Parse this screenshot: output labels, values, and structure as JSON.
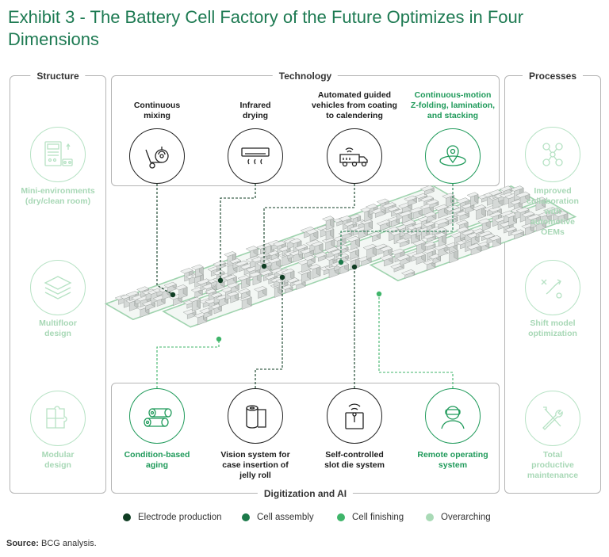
{
  "title": "Exhibit 3 - The Battery Cell Factory of the Future Optimizes in Four Dimensions",
  "panels": {
    "structure": "Structure",
    "technology": "Technology",
    "processes": "Processes",
    "digitization": "Digitization and AI"
  },
  "structure_items": [
    {
      "lines": [
        "Mini-environments",
        "(dry/clean room)"
      ],
      "icon": "cleanroom-icon"
    },
    {
      "lines": [
        "Multifloor",
        "design"
      ],
      "icon": "layers-icon"
    },
    {
      "lines": [
        "Modular",
        "design"
      ],
      "icon": "puzzle-icon"
    }
  ],
  "technology_items": [
    {
      "lines": [
        "Continuous",
        "mixing"
      ],
      "icon": "mixer-icon"
    },
    {
      "lines": [
        "Infrared",
        "drying"
      ],
      "icon": "infrared-dryer-icon"
    },
    {
      "lines": [
        "Automated guided",
        "vehicles from coating",
        "to calendering"
      ],
      "icon": "agv-truck-icon"
    },
    {
      "lines": [
        "Continuous-motion",
        "Z-folding, lamination,",
        "and stacking"
      ],
      "icon": "location-orbit-icon"
    }
  ],
  "digitization_items": [
    {
      "lines": [
        "Condition-based",
        "aging"
      ],
      "icon": "logs-icon"
    },
    {
      "lines": [
        "Vision system for",
        "case insertion of",
        "jelly roll"
      ],
      "icon": "jelly-roll-icon"
    },
    {
      "lines": [
        "Self-controlled",
        "slot die system"
      ],
      "icon": "slot-die-icon"
    },
    {
      "lines": [
        "Remote operating",
        "system"
      ],
      "icon": "vr-operator-icon"
    }
  ],
  "processes_items": [
    {
      "lines": [
        "Improved",
        "collaboration",
        "with automotive",
        "OEMs"
      ],
      "icon": "collaboration-icon"
    },
    {
      "lines": [
        "Shift model",
        "optimization"
      ],
      "icon": "tactics-icon"
    },
    {
      "lines": [
        "Total productive",
        "maintenance"
      ],
      "icon": "tools-icon"
    }
  ],
  "legend": [
    {
      "label": "Electrode production",
      "color": "#0f3d23"
    },
    {
      "label": "Cell assembly",
      "color": "#1c7a4a"
    },
    {
      "label": "Cell finishing",
      "color": "#3fb56a"
    },
    {
      "label": "Overarching",
      "color": "#a9dab6"
    }
  ],
  "source": {
    "label": "Source:",
    "text": "BCG analysis."
  }
}
